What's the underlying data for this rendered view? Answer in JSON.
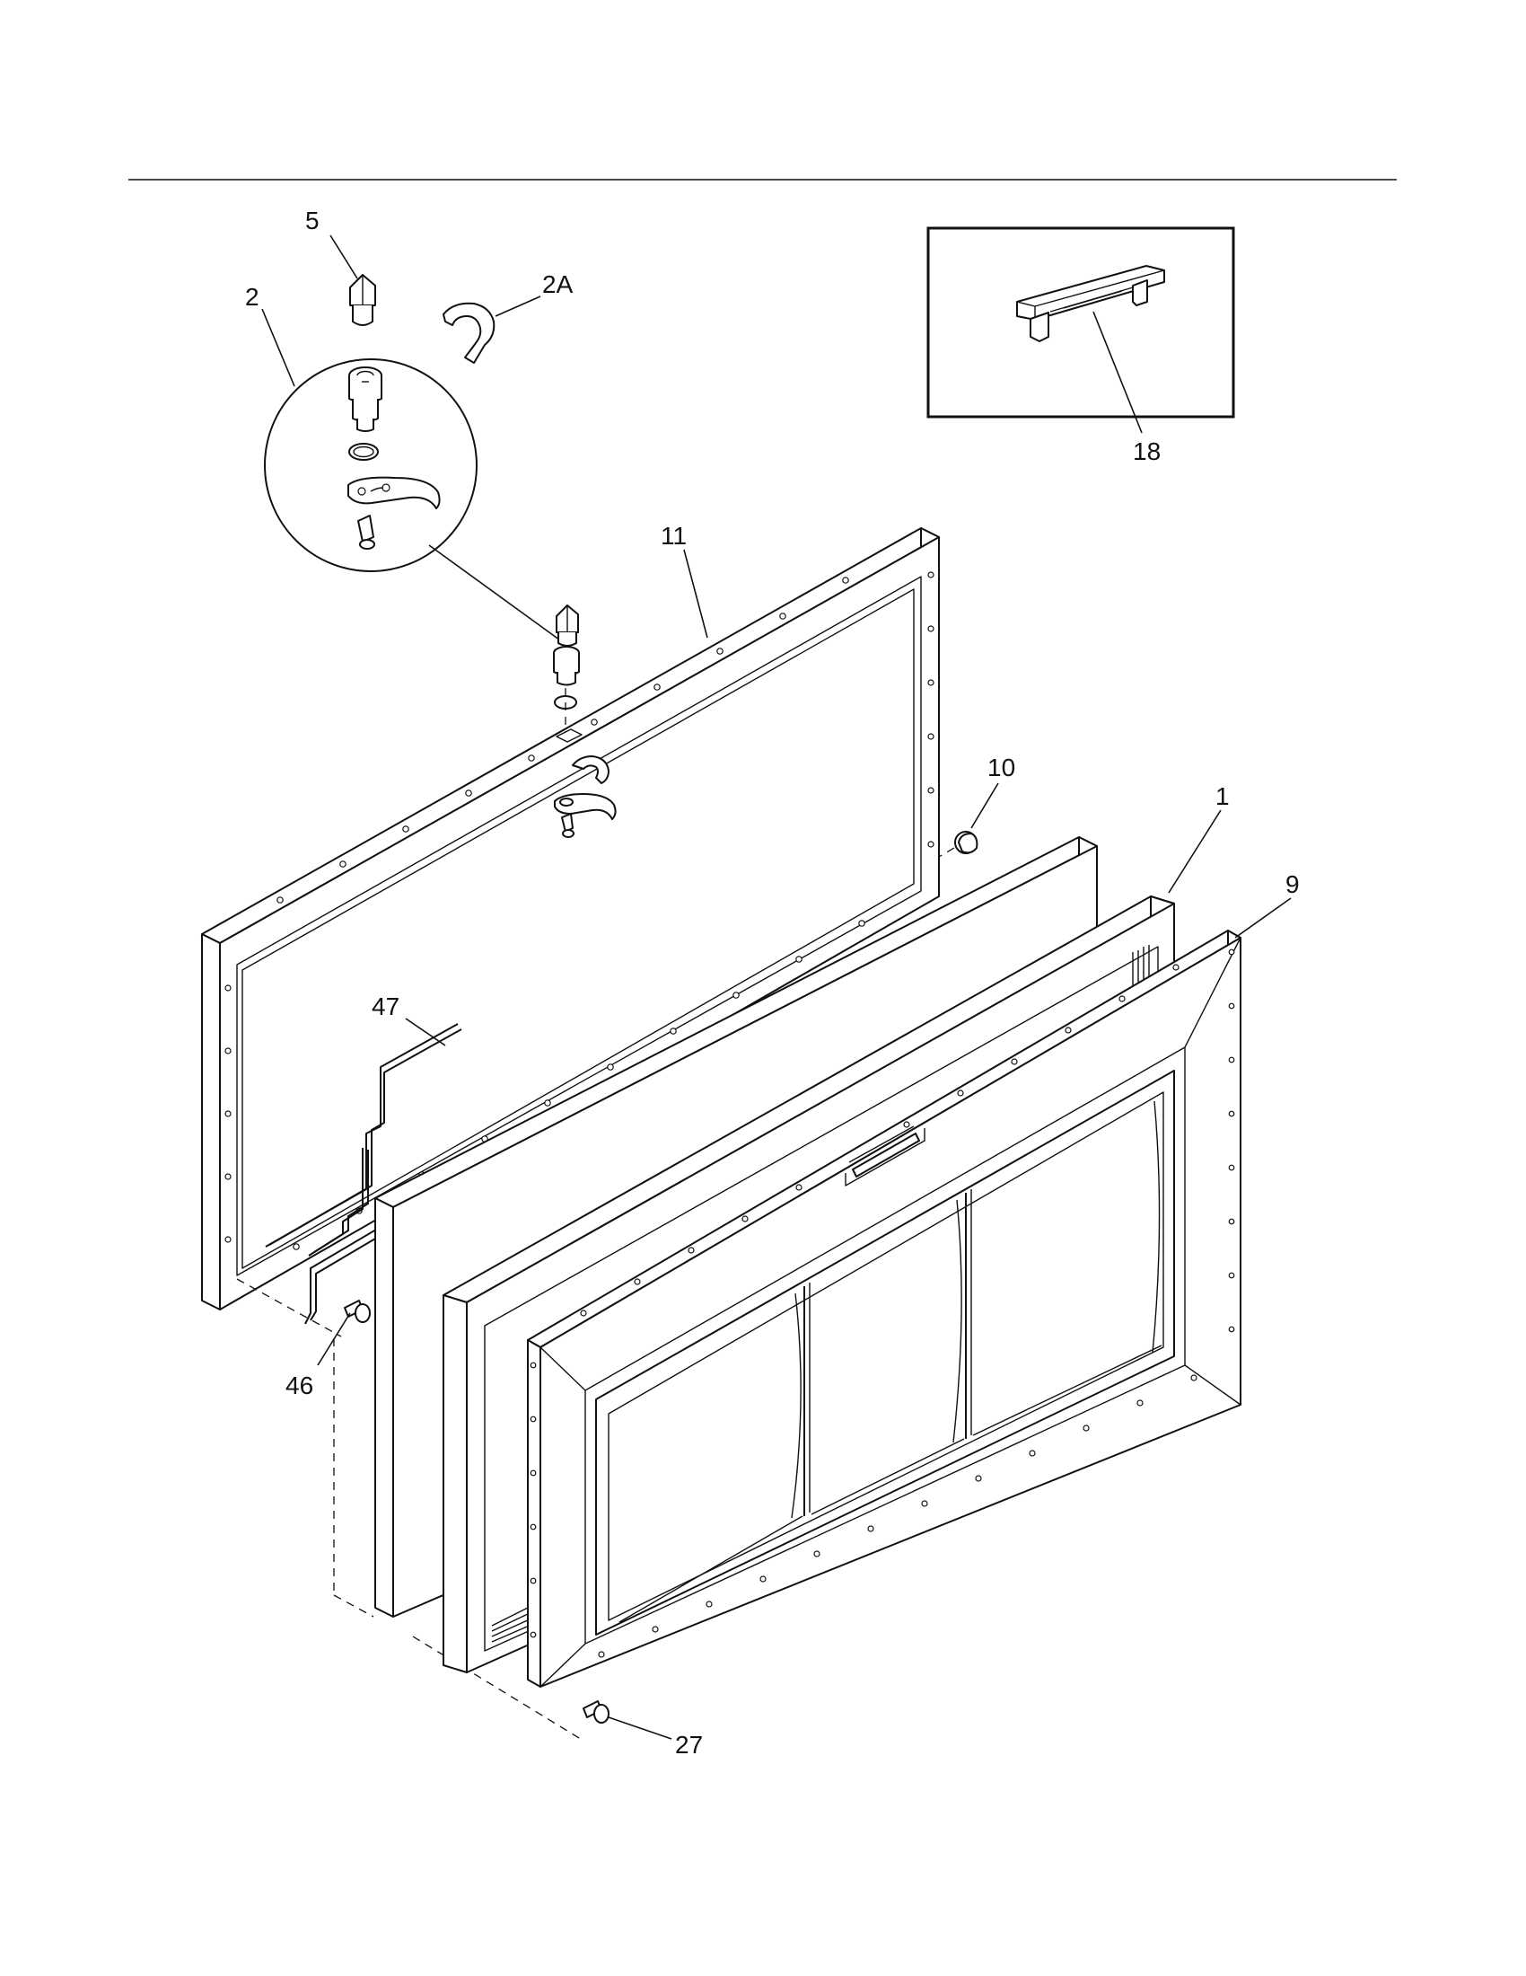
{
  "callouts": {
    "p5": "5",
    "p2a": "2A",
    "p2": "2",
    "p18": "18",
    "p11": "11",
    "p10": "10",
    "p1": "1",
    "p9": "9",
    "p47": "47",
    "p46": "46",
    "p27": "27"
  },
  "colors": {
    "line": "#111111",
    "background": "#ffffff"
  }
}
